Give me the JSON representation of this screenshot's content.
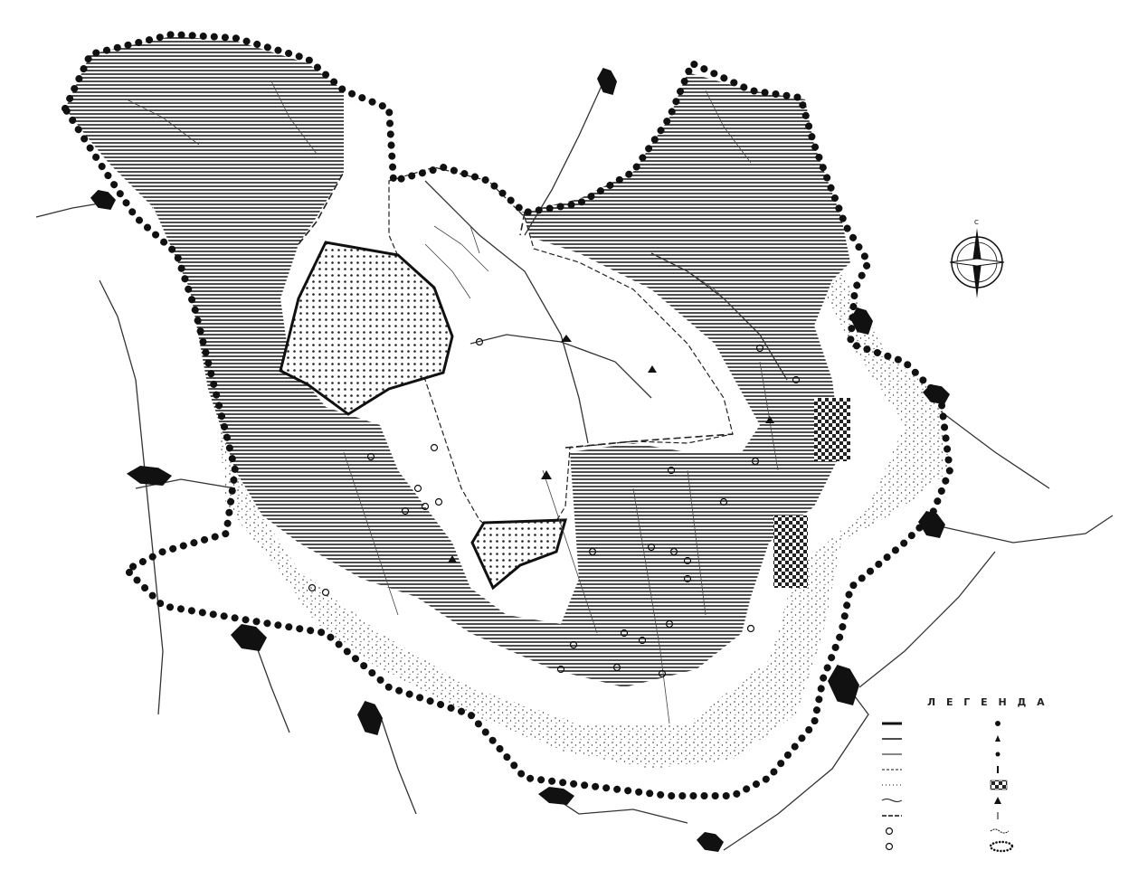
{
  "map": {
    "legend_title": "Л Е Г Е Н Д А",
    "north_symbol": "compass-rose-icon",
    "colors": {
      "ink": "#1a1a1a",
      "paper": "#ffffff",
      "boundary_dots": "#111111",
      "forest_hatch": "#2a2a2a"
    },
    "legend_items_left": [
      {
        "symbol": "main-road",
        "label": ""
      },
      {
        "symbol": "paved-road",
        "label": ""
      },
      {
        "symbol": "forest-road",
        "label": ""
      },
      {
        "symbol": "cart-road",
        "label": ""
      },
      {
        "symbol": "firebreak",
        "label": ""
      },
      {
        "symbol": "river-stream",
        "label": ""
      },
      {
        "symbol": "forest-border",
        "label": ""
      },
      {
        "symbol": "spring",
        "label": ""
      },
      {
        "symbol": "fountain",
        "label": ""
      }
    ],
    "legend_items_right": [
      {
        "symbol": "forest-house",
        "label": ""
      },
      {
        "symbol": "hunting-lodge",
        "label": ""
      },
      {
        "symbol": "resting-place",
        "label": ""
      },
      {
        "symbol": "monument",
        "label": ""
      },
      {
        "symbol": "reserve-area",
        "label": ""
      },
      {
        "symbol": "peak",
        "label": ""
      },
      {
        "symbol": "viewpoint",
        "label": ""
      },
      {
        "symbol": "water-area",
        "label": ""
      },
      {
        "symbol": "park-boundary",
        "label": ""
      }
    ],
    "towns": [
      {
        "id": "town-nw",
        "label": ""
      },
      {
        "id": "town-north",
        "label": ""
      },
      {
        "id": "town-west",
        "label": ""
      },
      {
        "id": "town-sw",
        "label": ""
      },
      {
        "id": "town-south",
        "label": ""
      },
      {
        "id": "town-south-center",
        "label": ""
      },
      {
        "id": "town-east-1",
        "label": ""
      },
      {
        "id": "town-east-2",
        "label": ""
      },
      {
        "id": "town-east-3",
        "label": ""
      },
      {
        "id": "town-se",
        "label": ""
      },
      {
        "id": "town-se-bottom",
        "label": ""
      }
    ]
  }
}
